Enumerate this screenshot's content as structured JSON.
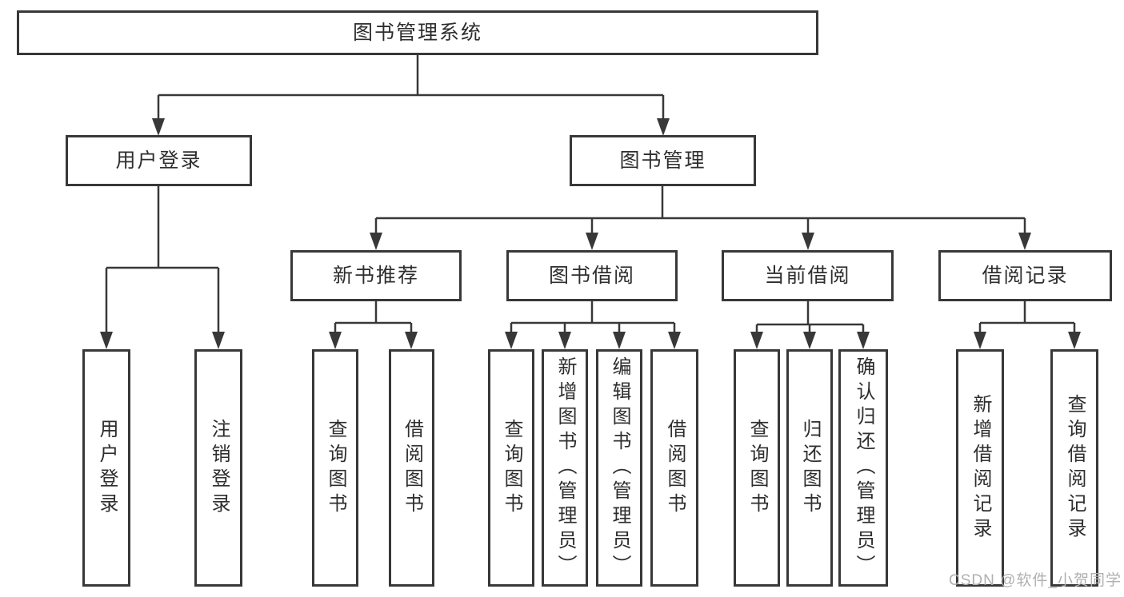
{
  "title": {
    "label": "图书管理系统"
  },
  "level2": {
    "user_login": "用户登录",
    "book_management": "图书管理"
  },
  "level3": {
    "new_book_recommend": "新书推荐",
    "book_borrowing": "图书借阅",
    "current_borrowing": "当前借阅",
    "borrowing_records": "借阅记录"
  },
  "leaves": {
    "user_login": "用户登录",
    "logout": "注销登录",
    "recommend_query_books": "查询图书",
    "recommend_borrow_books": "借阅图书",
    "borrowing_query_books": "查询图书",
    "borrowing_add_book_admin": "新增图书（管理员）",
    "borrowing_edit_book_admin": "编辑图书（管理员）",
    "borrowing_borrow_books": "借阅图书",
    "current_query_books": "查询图书",
    "current_return_book": "归还图书",
    "current_confirm_return_admin": "确认归还（管理员）",
    "records_add_record": "新增借阅记录",
    "records_query_record": "查询借阅记录"
  },
  "watermark": {
    "text": "CSDN @软件_小贺同学"
  },
  "colors": {
    "line": "#383838",
    "border": "#383838",
    "text": "#2e2e2e",
    "background": "#ffffff",
    "box-fill": "#ffffff",
    "watermark": "#b0b0b0"
  }
}
